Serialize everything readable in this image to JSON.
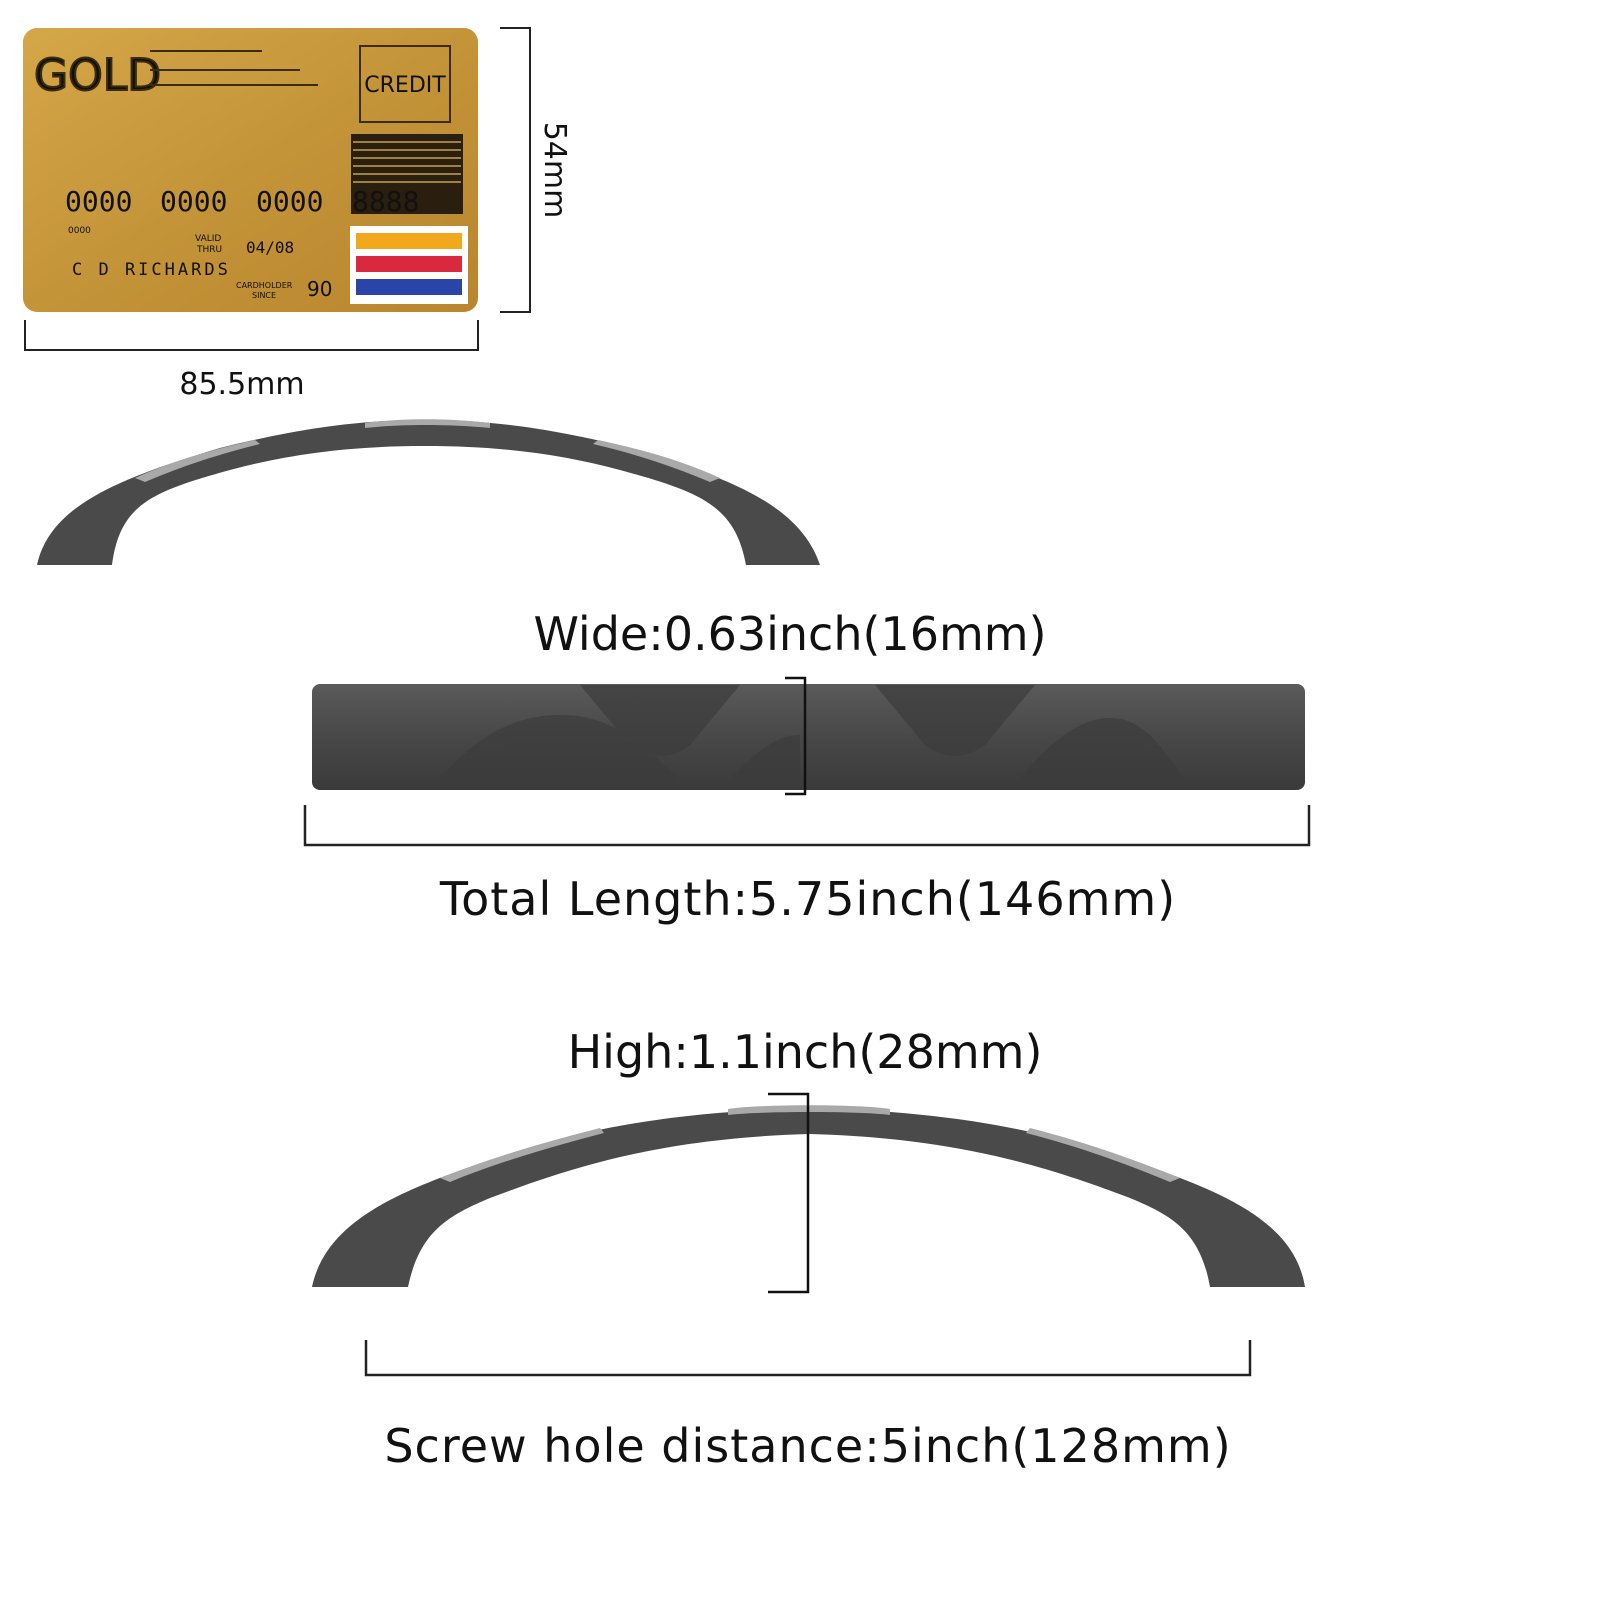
{
  "card": {
    "brand": "GOLD",
    "type_label": "CREDIT",
    "number_groups": [
      "0000",
      "0000",
      "0000",
      "8888"
    ],
    "small_number": "0000",
    "valid_label_1": "VALID",
    "valid_label_2": "THRU",
    "valid_value": "04/08",
    "holder_name": "C D RICHARDS",
    "since_label_1": "CARDHOLDER",
    "since_label_2": "SINCE",
    "since_value": "90",
    "stripe_colors": [
      "#f2a81d",
      "#d8293f",
      "#2a44a8"
    ],
    "gold_color": "#c99a3c"
  },
  "dimensions": {
    "card_height": "54mm",
    "card_width": "85.5mm",
    "wide": "Wide:0.63inch(16mm)",
    "total_length": "Total Length:5.75inch(146mm)",
    "high": "High:1.1inch(28mm)",
    "screw_hole_distance": "Screw hole distance:5inch(128mm)"
  },
  "colors": {
    "handle": "#4a4a4a",
    "handle_highlight": "#a9a9a9"
  }
}
